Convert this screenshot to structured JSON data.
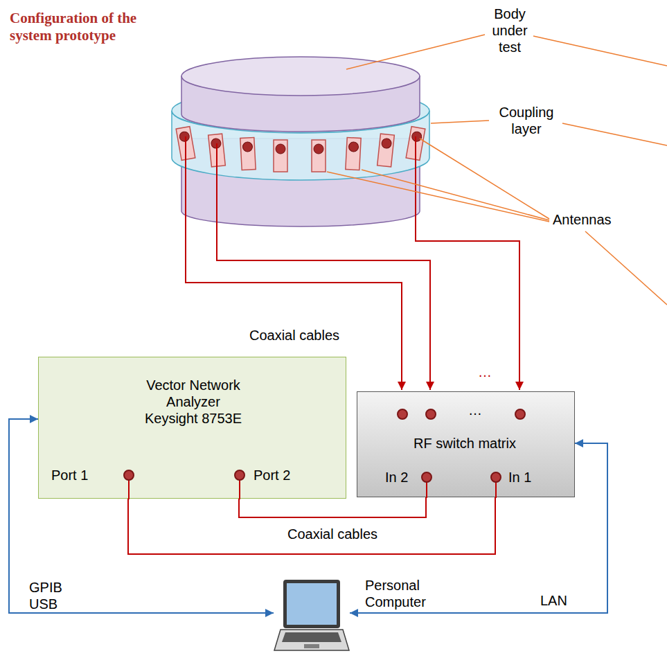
{
  "diagram": {
    "title": "Configuration of the system prototype",
    "nodes": [
      {
        "text": [
          "Vector Network Analyzer Keysight 8753E",
          "Port 1",
          "Port 2"
        ]
      },
      {
        "text": [
          "…",
          "RF switch matrix",
          "In 2",
          "In 1"
        ]
      },
      {
        "text": [
          "Personal Computer"
        ]
      }
    ],
    "edges": [
      {
        "from": 0,
        "to": 1,
        "arrow": "none"
      },
      {
        "from": 0,
        "to": 1,
        "label": "Coaxial cables",
        "arrow": "none"
      },
      {
        "from": 2,
        "to": 0,
        "label": "GPIB USB",
        "arrow": "both"
      },
      {
        "from": 2,
        "to": 1,
        "label": "LAN",
        "arrow": "both"
      }
    ],
    "labels": [
      "Body under test",
      "Coupling layer",
      "Antennas",
      "Coaxial cables",
      "…"
    ]
  }
}
